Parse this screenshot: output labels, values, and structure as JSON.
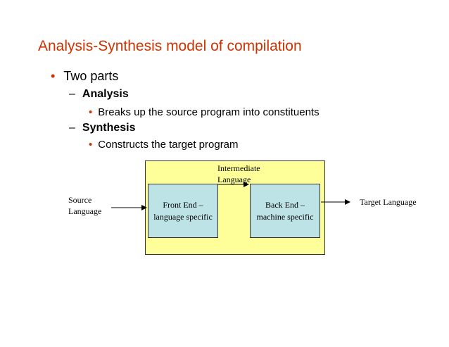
{
  "title": "Analysis-Synthesis model of compilation",
  "bullets": {
    "top": {
      "marker": "•",
      "text": "Two parts"
    },
    "analysis": {
      "marker": "–",
      "text": "Analysis"
    },
    "analysis_sub": {
      "marker": "•",
      "text": "Breaks up the source program into constituents"
    },
    "synthesis": {
      "marker": "–",
      "text": "Synthesis"
    },
    "synthesis_sub": {
      "marker": "•",
      "text": "Constructs the target program"
    }
  },
  "diagram": {
    "source": {
      "line1": "Source",
      "line2": "Language"
    },
    "intermediate": {
      "line1": "Intermediate",
      "line2": "Language"
    },
    "front_end": {
      "line1": "Front End –",
      "line2": "language specific"
    },
    "back_end": {
      "line1": "Back End –",
      "line2": "machine specific"
    },
    "target": "Target Language",
    "colors": {
      "outer_fill": "#ffff99",
      "inner_fill": "#bde3e6",
      "title": "#cc3300"
    }
  }
}
